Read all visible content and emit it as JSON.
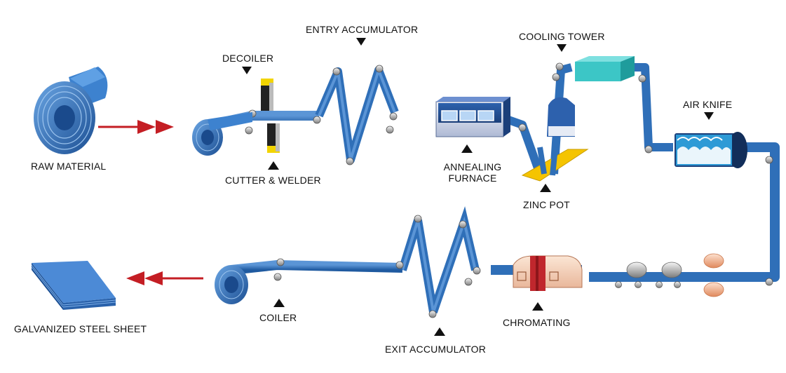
{
  "labels": {
    "raw_material": "RAW MATERIAL",
    "decoiler": "DECOILER",
    "cutter_welder": "CUTTER & WELDER",
    "entry_accumulator": "ENTRY ACCUMULATOR",
    "annealing_line1": "ANNEALING",
    "annealing_line2": "FURNACE",
    "cooling_tower": "COOLING TOWER",
    "zinc_pot": "ZINC POT",
    "air_knife": "AIR KNIFE",
    "galvanized_steel_sheet": "GALVANIZED STEEL SHEET",
    "coiler": "COILER",
    "exit_accumulator": "EXIT ACCUMULATOR",
    "chromating": "CHROMATING"
  },
  "colors": {
    "strip": "#2f6fb8",
    "strip_dark": "#1d4f8f",
    "arrow_red": "#c41e24",
    "cooling_tower": "#3cc6c6",
    "zinc_pot": "#f5c400",
    "chromating_band": "#c0272d",
    "copper_roll": "#f0a37a"
  }
}
